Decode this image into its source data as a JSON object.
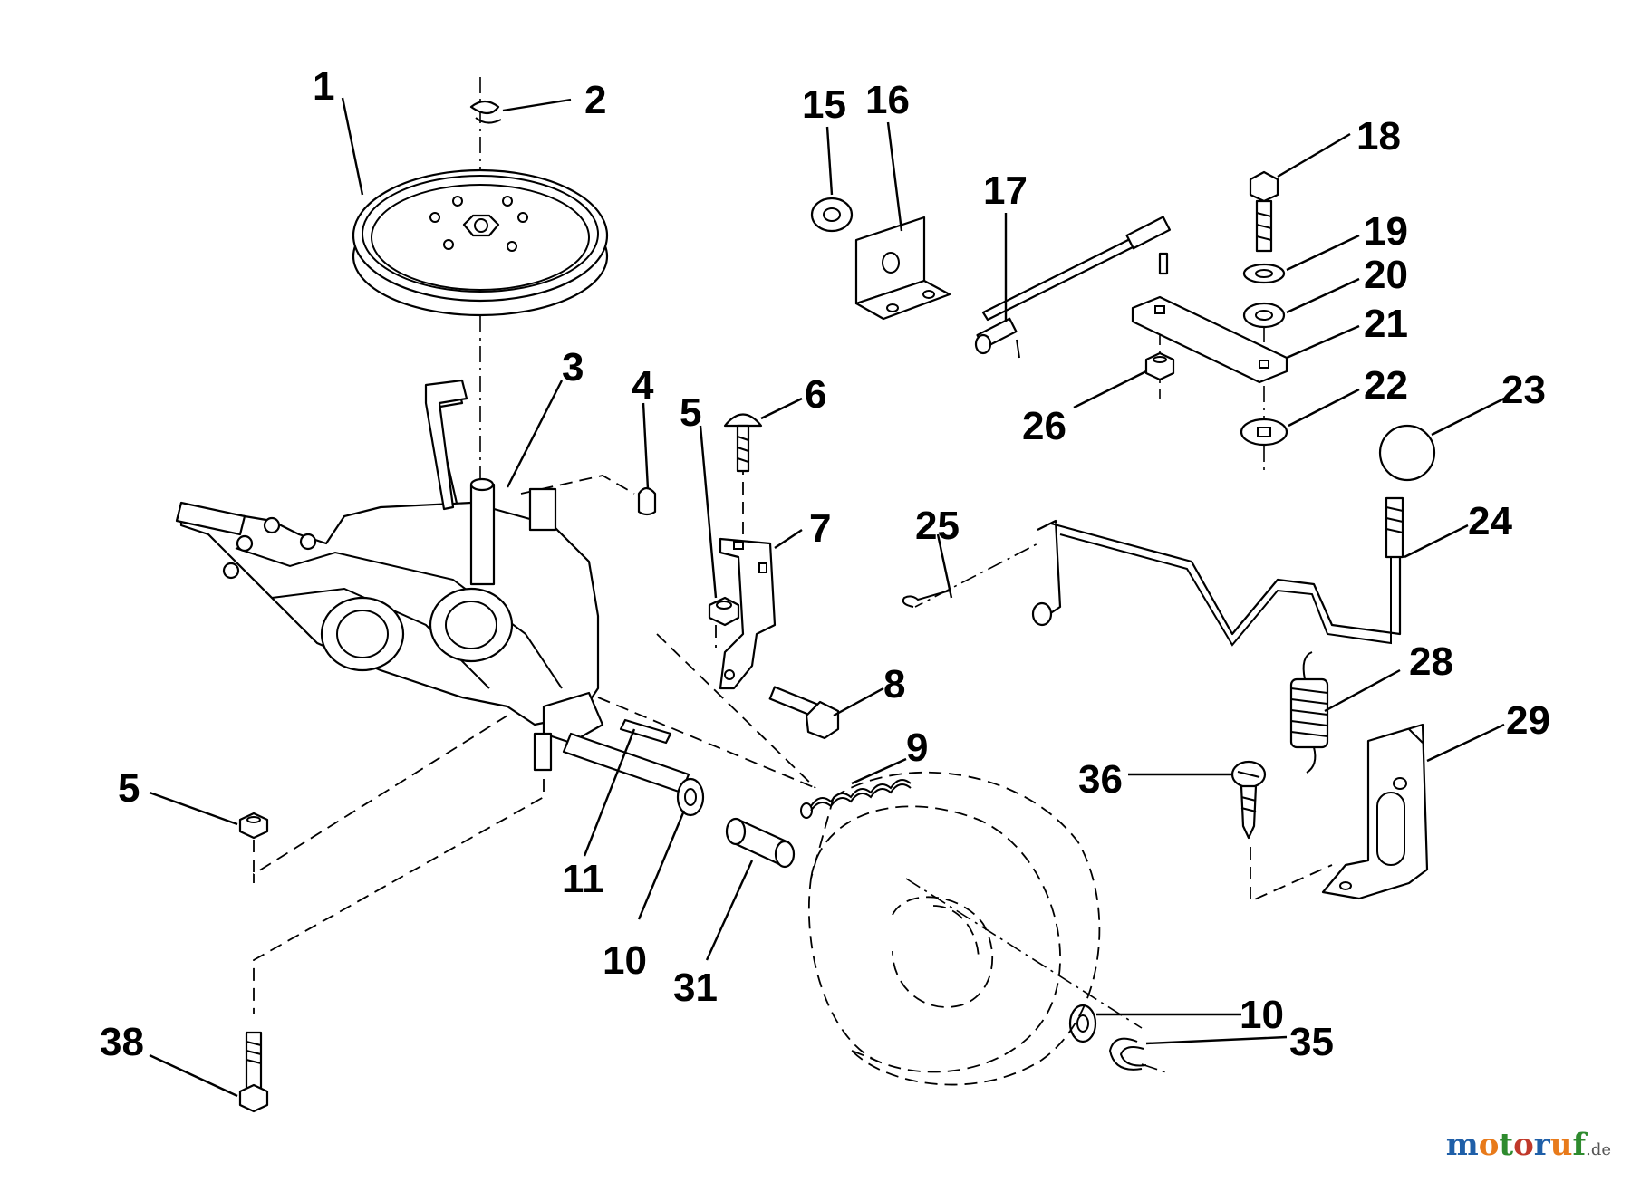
{
  "diagram": {
    "callouts": [
      {
        "id": "c1",
        "label": "1"
      },
      {
        "id": "c2",
        "label": "2"
      },
      {
        "id": "c3",
        "label": "3"
      },
      {
        "id": "c4",
        "label": "4"
      },
      {
        "id": "c5a",
        "label": "5"
      },
      {
        "id": "c6",
        "label": "6"
      },
      {
        "id": "c7",
        "label": "7"
      },
      {
        "id": "c8",
        "label": "8"
      },
      {
        "id": "c9",
        "label": "9"
      },
      {
        "id": "c5b",
        "label": "5"
      },
      {
        "id": "c11",
        "label": "11"
      },
      {
        "id": "c10a",
        "label": "10"
      },
      {
        "id": "c31",
        "label": "31"
      },
      {
        "id": "c38",
        "label": "38"
      },
      {
        "id": "c15",
        "label": "15"
      },
      {
        "id": "c16",
        "label": "16"
      },
      {
        "id": "c17",
        "label": "17"
      },
      {
        "id": "c18",
        "label": "18"
      },
      {
        "id": "c19",
        "label": "19"
      },
      {
        "id": "c20",
        "label": "20"
      },
      {
        "id": "c21",
        "label": "21"
      },
      {
        "id": "c22",
        "label": "22"
      },
      {
        "id": "c23",
        "label": "23"
      },
      {
        "id": "c26",
        "label": "26"
      },
      {
        "id": "c25",
        "label": "25"
      },
      {
        "id": "c24",
        "label": "24"
      },
      {
        "id": "c28",
        "label": "28"
      },
      {
        "id": "c29",
        "label": "29"
      },
      {
        "id": "c36",
        "label": "36"
      },
      {
        "id": "c10b",
        "label": "10"
      },
      {
        "id": "c35",
        "label": "35"
      }
    ]
  },
  "watermark": {
    "letters": [
      "m",
      "o",
      "t",
      "o",
      "r",
      "u",
      "f"
    ],
    "colors": [
      "#1f5fa8",
      "#e87a1a",
      "#2e8b2e",
      "#c0392b",
      "#1f5fa8",
      "#e87a1a",
      "#2e8b2e"
    ],
    "tld": ".de"
  }
}
